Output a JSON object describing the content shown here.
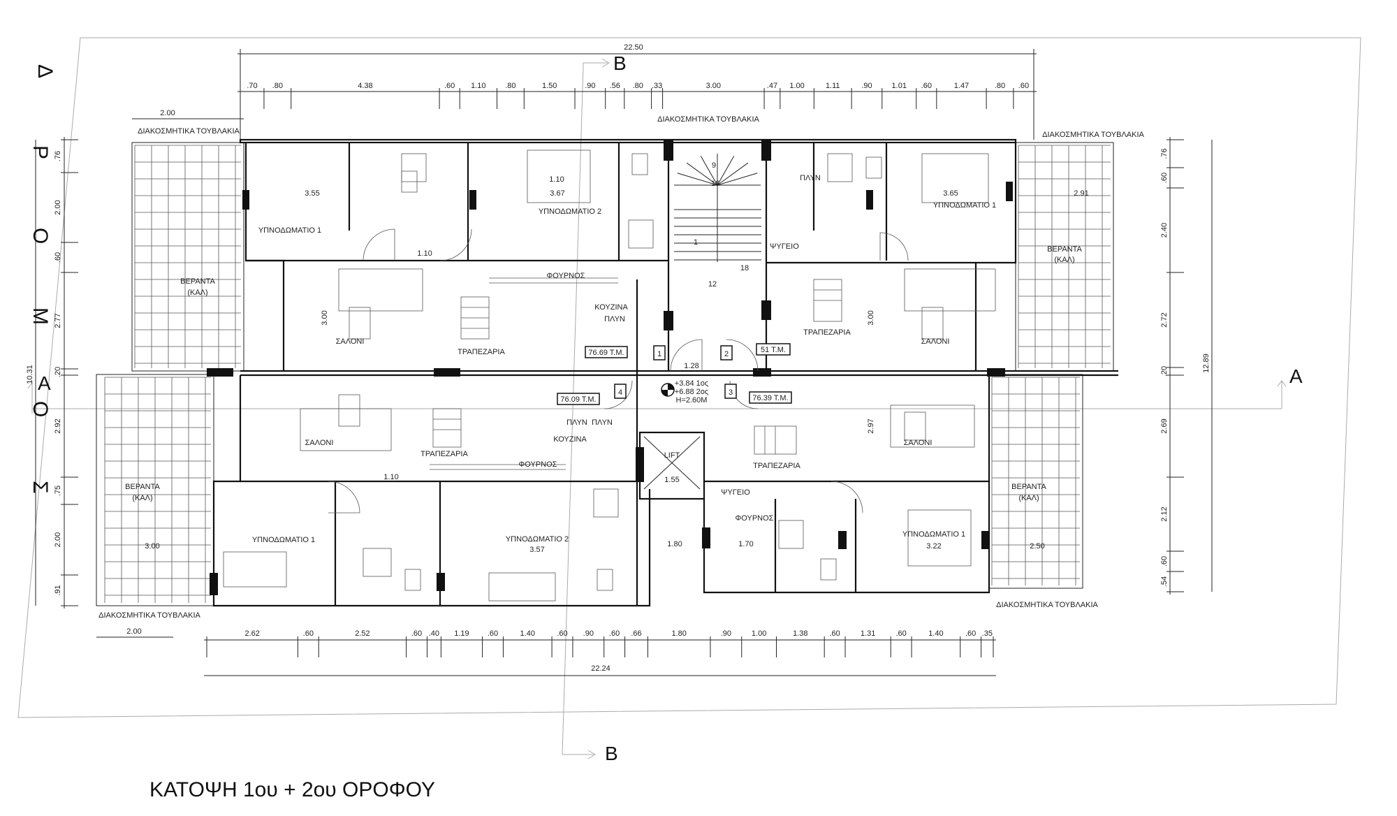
{
  "title": "ΚΑΤΟΨΗ 1ου + 2ου ΟΡΟΦΟΥ",
  "street_letters": [
    "Δ",
    "Ρ",
    "Ο",
    "Μ",
    "Ο",
    "Σ"
  ],
  "sections": {
    "b_top": "B",
    "b_bottom": "B",
    "a_left": "A",
    "a_right": "A"
  },
  "decorative_bricks": "ΔΙΑΚΟΣΜΗΤΙΚΑ ΤΟΥΒΛΑΚΙΑ",
  "rooms": [
    "ΥΠΝΟΔΩΜΑΤΙΟ 1",
    "ΥΠΝΟΔΩΜΑΤΙΟ 2",
    "ΥΠΝΟΔΩΜΑΤΙΟ 1",
    "ΒΕΡΑΝΤΑ",
    "(ΚΑΛ)",
    "ΒΕΡΑΝΤΑ",
    "(ΚΑΛ)",
    "ΣΑΛΟΝΙ",
    "ΤΡΑΠΕΖΑΡΙΑ",
    "ΚΟΥΖΙΝΑ",
    "ΠΛΥΝ",
    "ΤΡΑΠΕΖΑΡΙΑ",
    "ΣΑΛΟΝΙ",
    "ΣΑΛΟΝΙ",
    "ΤΡΑΠΕΖΑΡΙΑ",
    "ΚΟΥΖΙΝΑ",
    "ΠΛΥΝ",
    "ΤΡΑΠΕΖΑΡΙΑ",
    "ΣΑΛΟΝΙ",
    "ΒΕΡΑΝΤΑ",
    "(ΚΑΛ)",
    "ΒΕΡΑΝΤΑ",
    "(ΚΑΛ)",
    "ΥΠΝΟΔΩΜΑΤΙΟ 1",
    "ΥΠΝΟΔΩΜΑΤΙΟ 2",
    "ΥΠΝΟΔΩΜΑΤΙΟ 1",
    "ΠΛΥΝ",
    "ΠΛΥΝ",
    "ΨΥΓΕΙΟ",
    "ΨΥΓΕΙΟ",
    "ΦΟΥΡΝΟΣ",
    "ΦΟΥΡΝΟΣ",
    "ΦΟΥΡΝΟΣ"
  ],
  "areas": [
    "76.69 Τ.Μ.",
    "51 Τ.Μ.",
    "76.09 Τ.Μ.",
    "76.39 Τ.Μ."
  ],
  "apartment_numbers": [
    "1",
    "2",
    "3",
    "4"
  ],
  "elevation": [
    "+3.84 1ος",
    "+6.88 2ος",
    "H=2.60M"
  ],
  "lift": {
    "label": "LIFT",
    "size": "1.55"
  },
  "stair_numbers": [
    "9",
    "16",
    "18",
    "1",
    "12"
  ],
  "landing": "1.28",
  "room_dims": [
    "3.55",
    "3.67",
    "3.65",
    "3.00",
    "3.00",
    "2.97",
    "3.22",
    "3.57",
    "1.10",
    "1.10",
    "2.91",
    "3.00",
    "2.50",
    "1.80",
    "1.70",
    "1.10"
  ],
  "dimensions": {
    "top_total": "22.50",
    "top": [
      ".70",
      ".80",
      "4.38",
      ".60",
      "1.10",
      ".80",
      "1.50",
      ".90",
      ".56",
      ".80",
      ".33",
      "3.00",
      ".47",
      "1.00",
      "1.11",
      ".90",
      "1.01",
      ".60",
      "1.47",
      ".80",
      ".60"
    ],
    "bottom": [
      "2.62",
      ".60",
      "2.52",
      ".60",
      ".40",
      "1.19",
      ".60",
      "1.40",
      ".60",
      ".90",
      ".60",
      ".66",
      "1.80",
      ".90",
      "1.00",
      "1.38",
      ".60",
      "1.31",
      ".60",
      "1.40",
      ".60",
      ".35"
    ],
    "bottom_total": "22.24",
    "left": [
      ".76",
      "2.00",
      ".60",
      "2.77",
      ".20",
      "2.92",
      ".75",
      "2.00",
      ".91"
    ],
    "left_total": "10.31",
    "right": [
      ".76",
      ".60",
      "2.40",
      "2.72",
      ".20",
      "2.69",
      "2.12",
      ".60",
      ".54"
    ],
    "right_total": "12.89",
    "verandah_top_left": "2.00",
    "verandah_bottom_left": "2.00"
  }
}
